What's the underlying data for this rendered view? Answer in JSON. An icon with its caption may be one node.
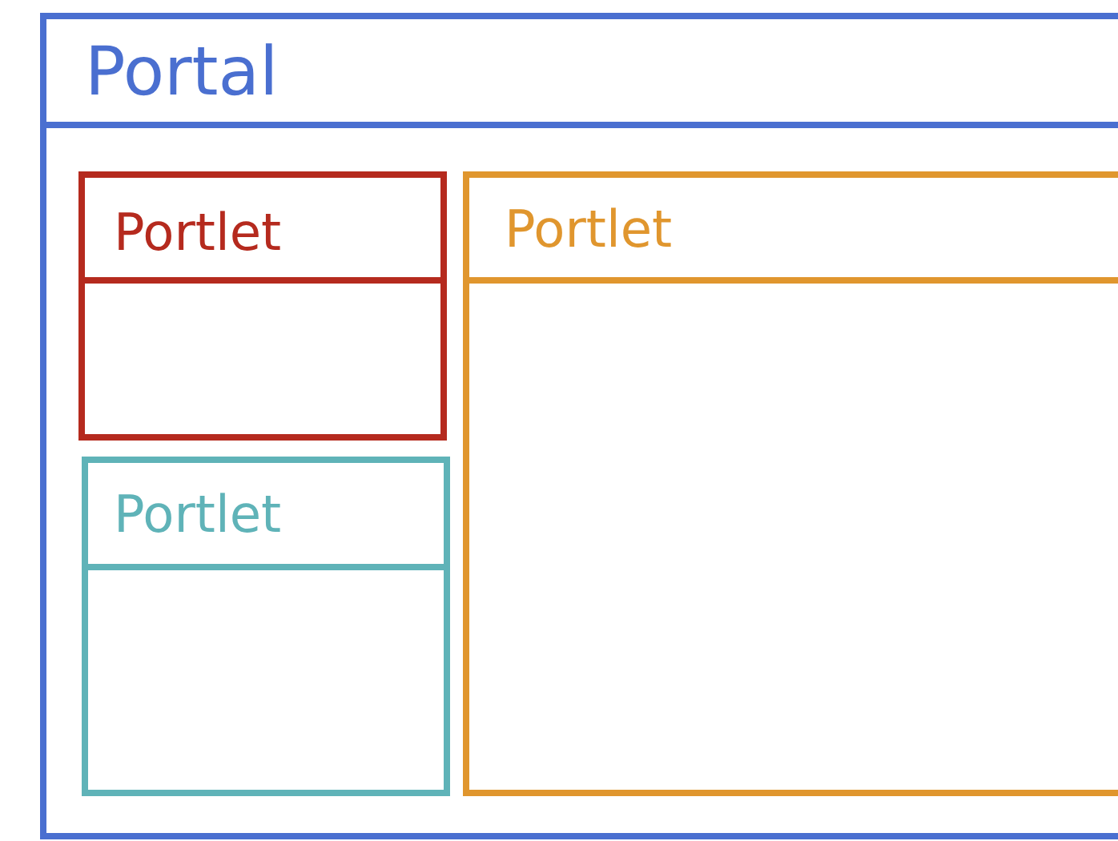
{
  "diagram": {
    "nodes": [
      {
        "text": [
          "Portal"
        ]
      },
      {
        "text": [
          "Portlet"
        ],
        "in": 0
      },
      {
        "text": [
          "Portlet"
        ],
        "in": 0
      },
      {
        "text": [
          "Portlet"
        ],
        "in": 0
      }
    ]
  }
}
